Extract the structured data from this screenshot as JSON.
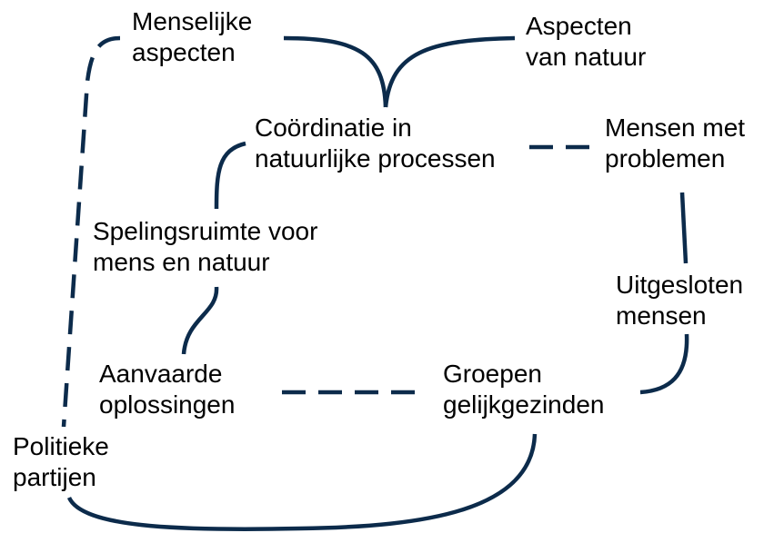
{
  "colors": {
    "line": "#0c2b4b",
    "text": "#000000",
    "background": "#ffffff"
  },
  "nodes": {
    "menselijke_aspecten": "Menselijke\naspecten",
    "aspecten_van_natuur": "Aspecten\nvan natuur",
    "coordinatie": "Coördinatie in\nnatuurlijke processen",
    "mensen_met_problemen": "Mensen met\nproblemen",
    "spelingsruimte": "Spelingsruimte voor\nmens en natuur",
    "uitgesloten_mensen": "Uitgesloten\nmensen",
    "aanvaarde_oplossingen": "Aanvaarde\noplossingen",
    "groepen_gelijkgezinden": "Groepen\ngelijkgezinden",
    "politieke_partijen": "Politieke\npartijen"
  },
  "links": [
    {
      "from": "menselijke_aspecten",
      "to": "coordinatie",
      "style": "solid"
    },
    {
      "from": "aspecten_van_natuur",
      "to": "coordinatie",
      "style": "solid"
    },
    {
      "from": "coordinatie",
      "to": "mensen_met_problemen",
      "style": "dashed"
    },
    {
      "from": "coordinatie",
      "to": "spelingsruimte",
      "style": "solid"
    },
    {
      "from": "mensen_met_problemen",
      "to": "uitgesloten_mensen",
      "style": "solid"
    },
    {
      "from": "spelingsruimte",
      "to": "aanvaarde_oplossingen",
      "style": "solid"
    },
    {
      "from": "uitgesloten_mensen",
      "to": "groepen_gelijkgezinden",
      "style": "solid"
    },
    {
      "from": "aanvaarde_oplossingen",
      "to": "groepen_gelijkgezinden",
      "style": "dashed"
    },
    {
      "from": "menselijke_aspecten",
      "to": "politieke_partijen",
      "style": "dashed"
    },
    {
      "from": "politieke_partijen",
      "to": "groepen_gelijkgezinden",
      "style": "solid"
    }
  ]
}
